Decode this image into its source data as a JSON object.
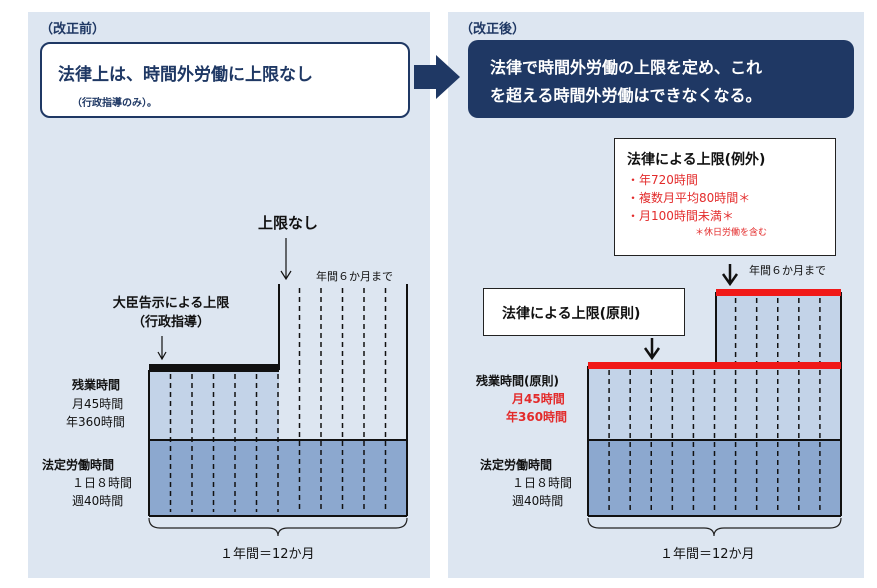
{
  "left": {
    "title": "（改正前）",
    "box_main": "法律上は、時間外労働に上限なし",
    "box_sub": "（行政指導のみ）。",
    "no_limit": "上限なし",
    "six_months": "年間６か月まで",
    "minister_limit_line1": "大臣告示による上限",
    "minister_limit_line2": "（行政指導）",
    "overtime_label": "残業時間",
    "overtime_month": "月45時間",
    "overtime_year": "年360時間",
    "legal_label": "法定労働時間",
    "legal_day": "１日８時間",
    "legal_week": "週40時間",
    "year_label": "１年間＝12か月"
  },
  "right": {
    "title": "（改正後）",
    "box_line1": "法律で時間外労働の上限を定め、これ",
    "box_line2": "を超える時間外労働はできなくなる。",
    "exception_title": "法律による上限(例外)",
    "exception_items": [
      "・年720時間",
      "・複数月平均80時間＊",
      "・月100時間未満＊"
    ],
    "exception_note": "＊休日労働を含む",
    "principle_title": "法律による上限(原則)",
    "six_months": "年間６か月まで",
    "overtime_label": "残業時間(原則)",
    "overtime_month": "月45時間",
    "overtime_year": "年360時間",
    "legal_label": "法定労働時間",
    "legal_day": "１日８時間",
    "legal_week": "週40時間",
    "year_label": "１年間＝12か月"
  },
  "colors": {
    "panel_bg": "#dde6f1",
    "navy": "#1f3864",
    "overtime_fill": "#c3d3e8",
    "legal_fill": "#8ca8cf",
    "limit_red": "#f01818"
  }
}
